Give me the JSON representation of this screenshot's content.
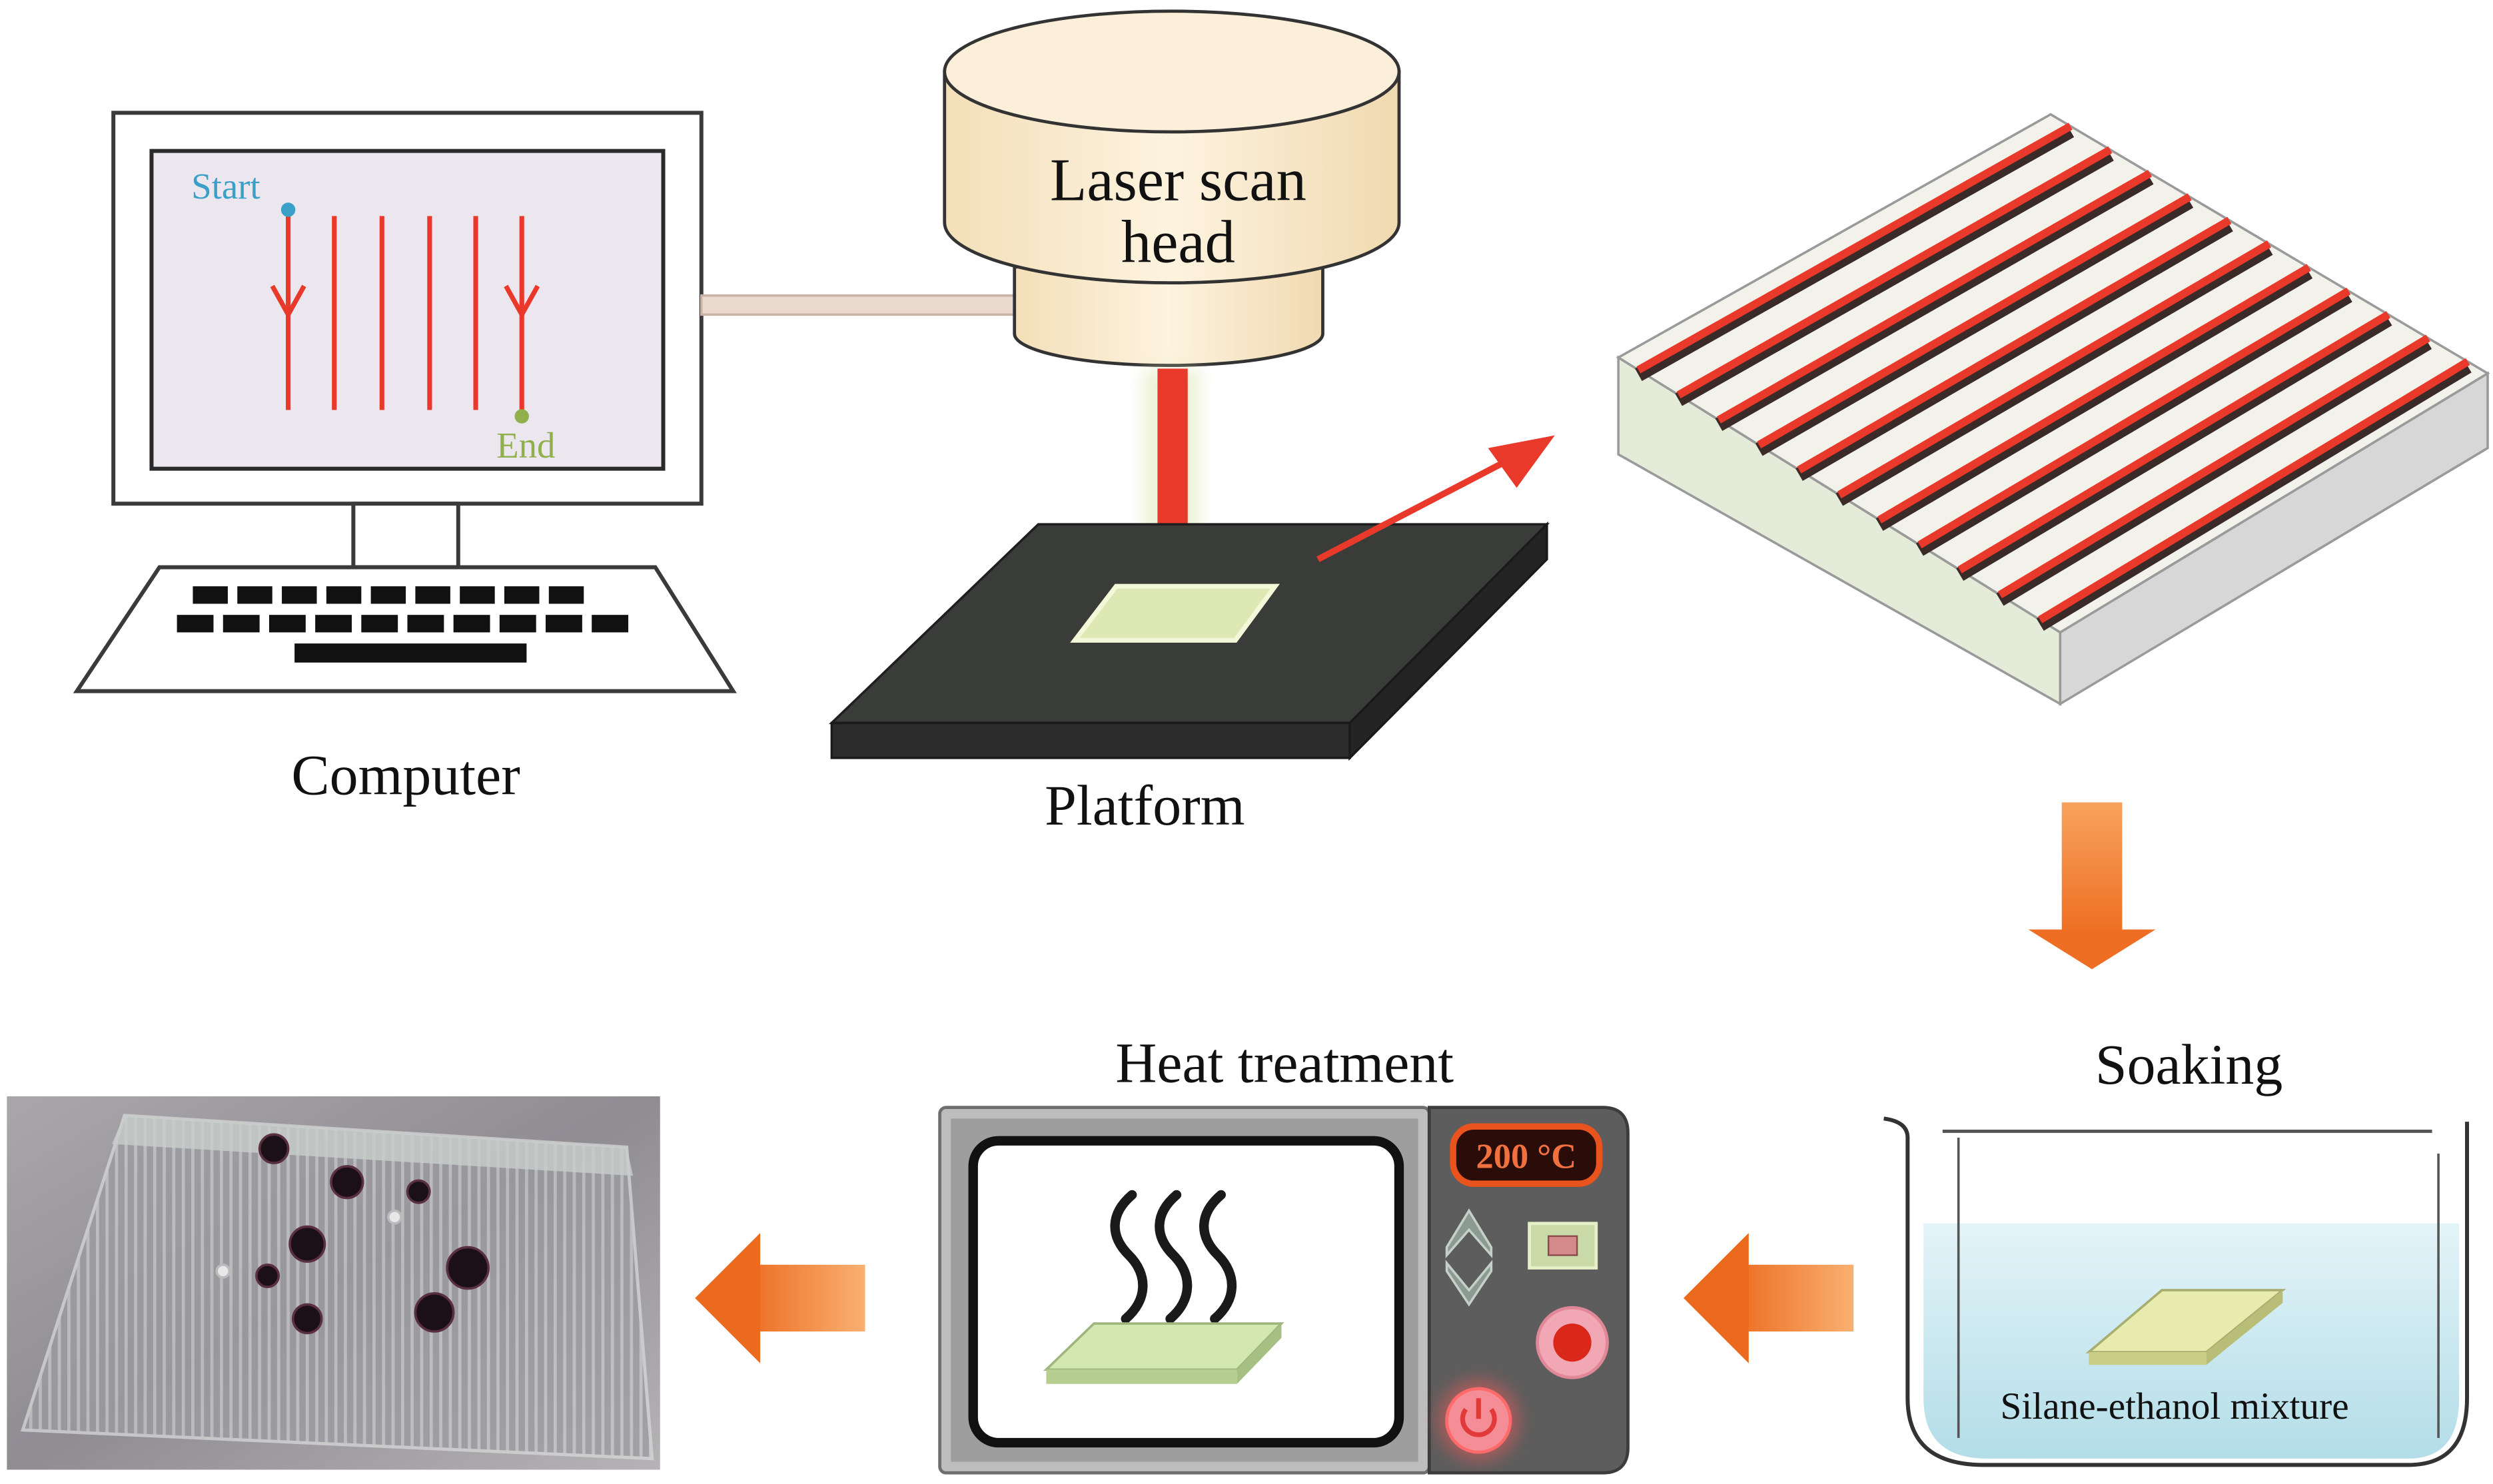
{
  "computer": {
    "label": "Computer",
    "start_label": "Start",
    "end_label": "End"
  },
  "laser": {
    "label_line1": "Laser scan",
    "label_line2": "head"
  },
  "platform": {
    "label": "Platform"
  },
  "soaking": {
    "label": "Soaking",
    "mixture_label": "Silane-ethanol mixture"
  },
  "heat": {
    "label": "Heat treatment",
    "temperature": "200 °C"
  },
  "colors": {
    "laser_red": "#e8392b",
    "process_arrow_orange": "#f07c2e",
    "monitor_screen": "#ece7ef",
    "laser_head": "#fbeed5",
    "platform": "#3a3c3a",
    "sample_green": "#dde8b5",
    "oven_body": "#b8b8b8",
    "water": "#c9e8ef"
  },
  "icons": {
    "steam": "steam-icon",
    "power": "power-icon",
    "up_down": "chevron-up-down-icon"
  }
}
